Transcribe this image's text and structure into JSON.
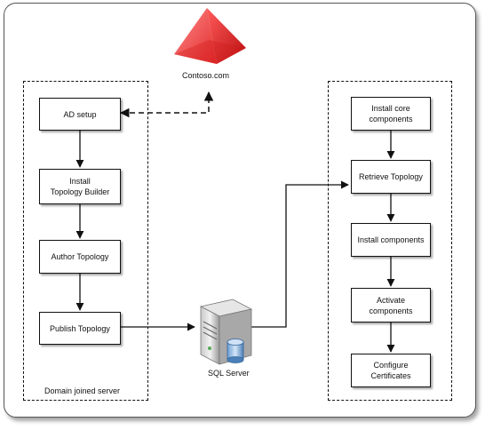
{
  "cloud": {
    "label": "Contoso.com"
  },
  "left_group": {
    "label": "Domain joined server",
    "steps": [
      "AD setup",
      "Install\nTopology Builder",
      "Author Topology",
      "Publish Topology"
    ]
  },
  "server": {
    "label": "SQL Server"
  },
  "right_group": {
    "steps": [
      "Install core\ncomponents",
      "Retrieve Topology",
      "Install components",
      "Activate\ncomponents",
      "Configure\nCertificates"
    ]
  }
}
